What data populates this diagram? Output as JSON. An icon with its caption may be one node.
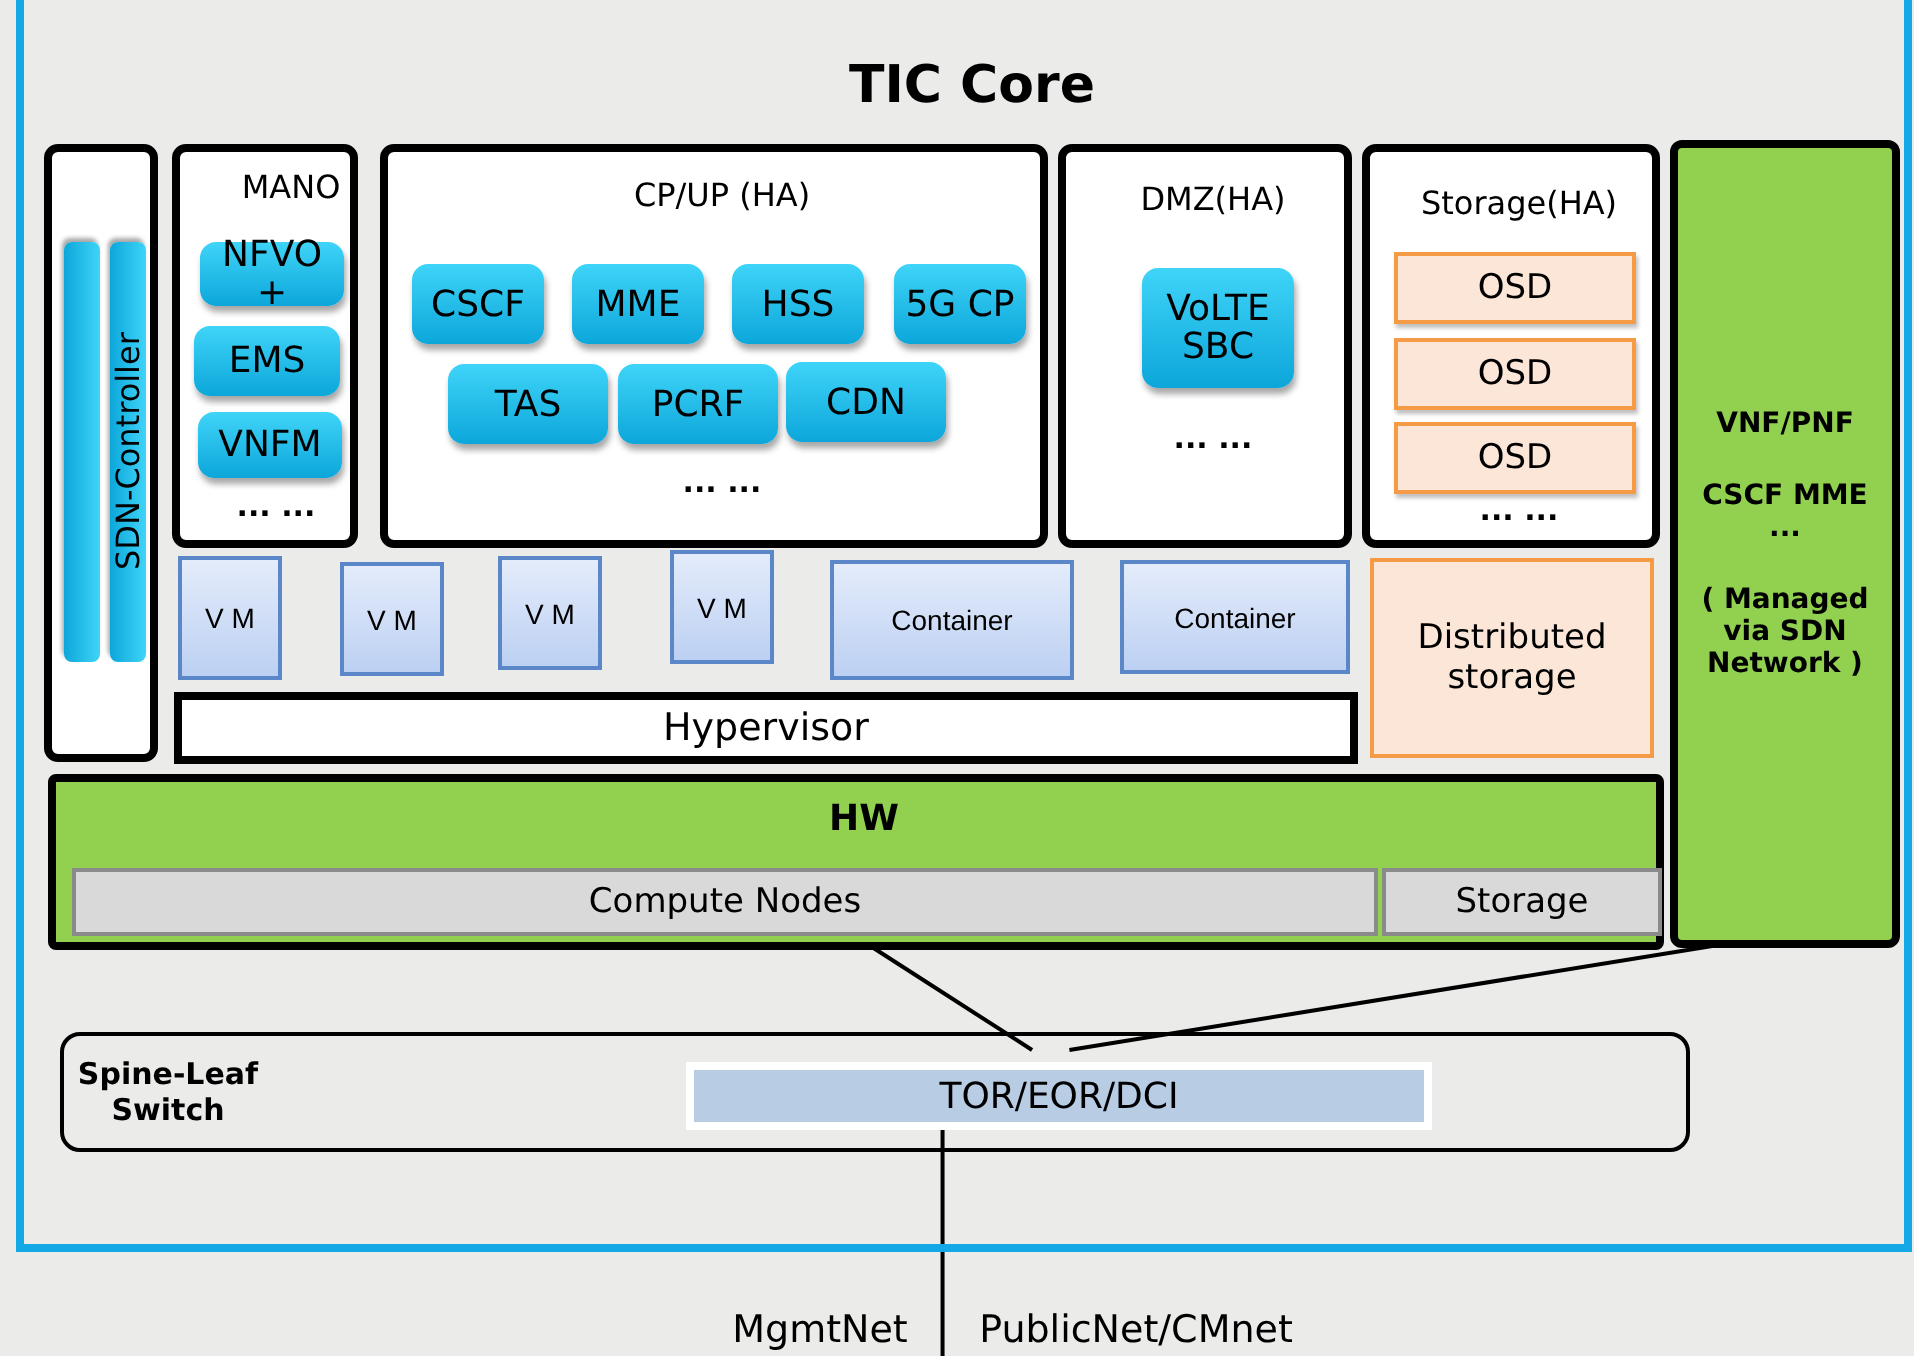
{
  "diagram": {
    "nodes": [
      {
        "text": [
          "TIC Core"
        ]
      },
      {
        "text": [],
        "shape": "box",
        "in": 0
      },
      {
        "text": [],
        "shape": "bar",
        "in": 1
      },
      {
        "text": [
          "SDN-Controller"
        ],
        "in": 1
      },
      {
        "text": [
          "MANO",
          "... ..."
        ],
        "in": 0
      },
      {
        "text": [
          "NFVO +"
        ],
        "in": 4
      },
      {
        "text": [
          "EMS"
        ],
        "in": 4
      },
      {
        "text": [
          "VNFM"
        ],
        "in": 4
      },
      {
        "text": [
          "CP/UP (HA)",
          "... ..."
        ],
        "in": 0
      },
      {
        "text": [
          "CSCF"
        ],
        "in": 8
      },
      {
        "text": [
          "MME"
        ],
        "in": 8
      },
      {
        "text": [
          "HSS"
        ],
        "in": 8
      },
      {
        "text": [
          "5G CP"
        ],
        "in": 8
      },
      {
        "text": [
          "TAS"
        ],
        "in": 8
      },
      {
        "text": [
          "PCRF"
        ],
        "in": 8
      },
      {
        "text": [
          "CDN"
        ],
        "in": 8
      },
      {
        "text": [
          "DMZ(HA)",
          "... ..."
        ],
        "in": 0
      },
      {
        "text": [
          "VoLTE SBC"
        ],
        "in": 16
      },
      {
        "text": [
          "Storage(HA)",
          "... ..."
        ],
        "in": 0
      },
      {
        "text": [
          "OSD"
        ],
        "in": 18
      },
      {
        "text": [
          "OSD"
        ],
        "in": 18
      },
      {
        "text": [
          "OSD"
        ],
        "in": 18
      },
      {
        "text": [
          "VNF/PNF",
          "CSCF MME ...",
          "( Managed via SDN Network )"
        ],
        "in": 0
      },
      {
        "text": [
          "V M"
        ],
        "in": 0
      },
      {
        "text": [
          "V M"
        ],
        "in": 0
      },
      {
        "text": [
          "V M"
        ],
        "in": 0
      },
      {
        "text": [
          "V M"
        ],
        "in": 0
      },
      {
        "text": [
          "Container"
        ],
        "in": 0
      },
      {
        "text": [
          "Container"
        ],
        "in": 0
      },
      {
        "text": [
          "Distributed storage"
        ],
        "in": 0
      },
      {
        "text": [
          "Hypervisor"
        ],
        "in": 0
      },
      {
        "text": [
          "HW"
        ],
        "in": 0
      },
      {
        "text": [
          "Compute Nodes"
        ],
        "in": 31
      },
      {
        "text": [
          "Storage"
        ],
        "in": 31
      },
      {
        "text": [
          "Spine-Leaf Switch"
        ],
        "in": 0
      },
      {
        "text": [
          "TOR/EOR/DCI"
        ],
        "in": 34
      },
      {
        "text": [
          "MgmtNet"
        ]
      },
      {
        "text": [
          "PublicNet/CMnet"
        ]
      }
    ],
    "edges": [
      {
        "from": 31,
        "to": 35,
        "arrow": "none"
      },
      {
        "from": 22,
        "to": 35,
        "arrow": "none"
      },
      {
        "from": 35,
        "to": 36,
        "arrow": "none"
      },
      {
        "from": 35,
        "to": 37,
        "arrow": "none"
      }
    ]
  }
}
